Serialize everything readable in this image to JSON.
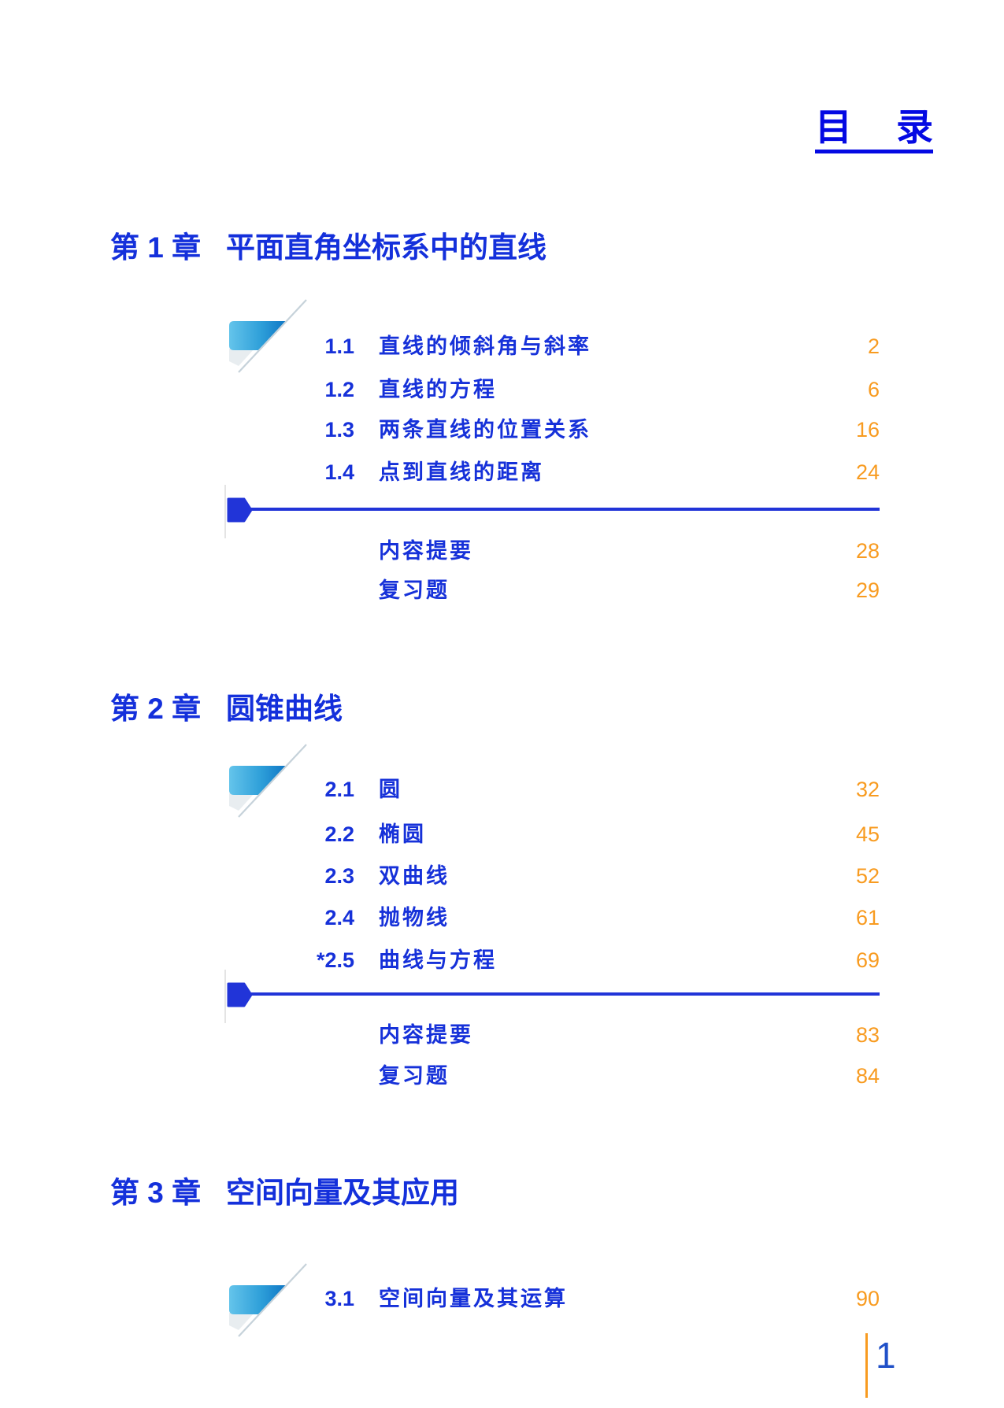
{
  "page": {
    "title": "目  录",
    "folio": "1"
  },
  "colors": {
    "title_blue": "#0409e3",
    "text_blue": "#1631d9",
    "divider_blue": "#2134d8",
    "page_number_orange": "#f89b20",
    "folio_blue": "#2050c8",
    "swoosh_gradient_start": "#64c4eb",
    "swoosh_gradient_end": "#0c74c4"
  },
  "chapters": [
    {
      "number": "第 1 章",
      "title": "平面直角坐标系中的直线",
      "items": [
        {
          "num": "1.1",
          "title": "直线的倾斜角与斜率",
          "page": "2"
        },
        {
          "num": "1.2",
          "title": "直线的方程",
          "page": "6"
        },
        {
          "num": "1.3",
          "title": "两条直线的位置关系",
          "page": "16"
        },
        {
          "num": "1.4",
          "title": "点到直线的距离",
          "page": "24"
        }
      ],
      "extras": [
        {
          "title": "内容提要",
          "page": "28"
        },
        {
          "title": "复习题",
          "page": "29"
        }
      ]
    },
    {
      "number": "第 2 章",
      "title": "圆锥曲线",
      "items": [
        {
          "num": "2.1",
          "title": "圆",
          "page": "32"
        },
        {
          "num": "2.2",
          "title": "椭圆",
          "page": "45"
        },
        {
          "num": "2.3",
          "title": "双曲线",
          "page": "52"
        },
        {
          "num": "2.4",
          "title": "抛物线",
          "page": "61"
        },
        {
          "num": "*2.5",
          "title": "曲线与方程",
          "page": "69"
        }
      ],
      "extras": [
        {
          "title": "内容提要",
          "page": "83"
        },
        {
          "title": "复习题",
          "page": "84"
        }
      ]
    },
    {
      "number": "第 3 章",
      "title": "空间向量及其应用",
      "items": [
        {
          "num": "3.1",
          "title": "空间向量及其运算",
          "page": "90"
        }
      ],
      "extras": []
    }
  ]
}
